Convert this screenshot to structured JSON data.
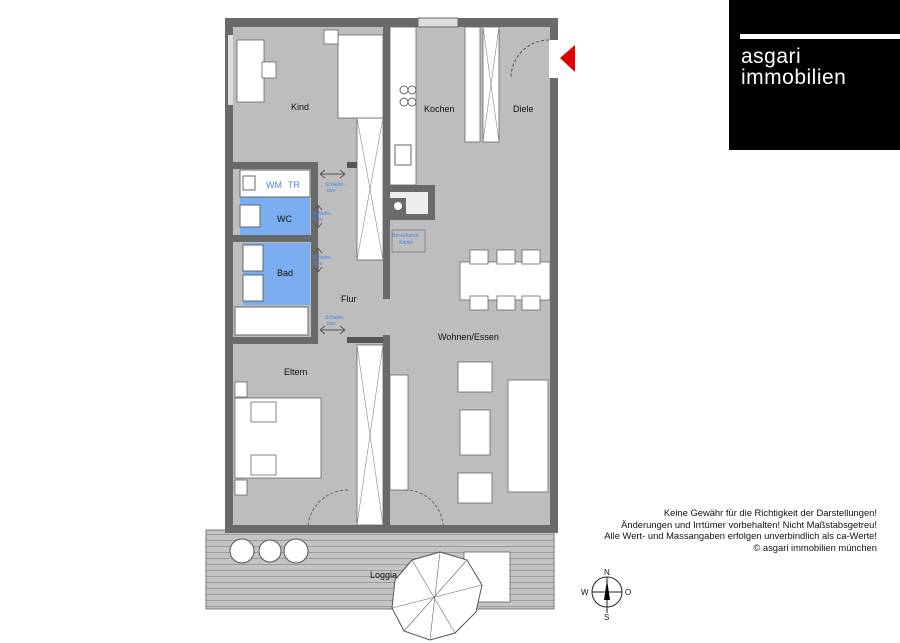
{
  "logo": {
    "line1": "asgari",
    "line2": "immobilien"
  },
  "rooms": {
    "kind": "Kind",
    "kochen": "Kochen",
    "diele": "Diele",
    "wm": "WM",
    "tr": "TR",
    "wc": "WC",
    "bad": "Bad",
    "flur": "Flur",
    "wohnen": "Wohnen/Essen",
    "eltern": "Eltern",
    "loggia": "Loggia"
  },
  "annotations": {
    "schiebe_1": "Schiebe-",
    "schiebe_2": "türe",
    "kamin_1": "Bio-Ethanol-",
    "kamin_2": "Kamin"
  },
  "disclaimer": [
    "Keine Gewähr für die Richtigkeit der Darstellungen!",
    "Änderungen und Irrtümer vorbehalten! Nicht Maßstabsgetreu!",
    "Alle Wert- und Massangaben erfolgen unverbindlich als ca-Werte!",
    "© asgari immobilien münchen"
  ],
  "compass": {
    "n": "N",
    "s": "S",
    "w": "W",
    "o": "O"
  },
  "colors": {
    "wall": "#6a6a6a",
    "floor": "#bdbdbd",
    "wet_room": "#7aaef0",
    "label_blue": "#4a86e8",
    "entrance": "#e00000"
  }
}
